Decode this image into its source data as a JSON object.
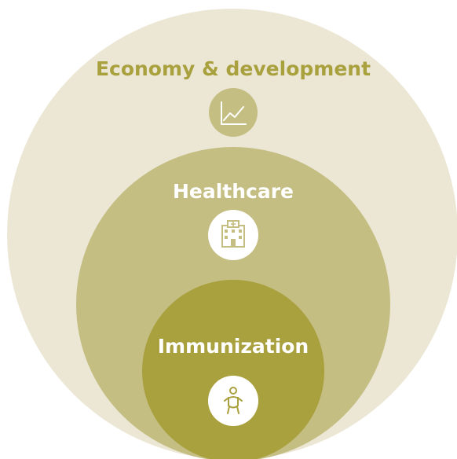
{
  "diagram": {
    "layers": [
      {
        "label": "Economy & development",
        "icon": "line-chart-icon",
        "fill": "#ECE7D5",
        "text_color": "#A9A03E",
        "icon_bg": "#C5BE83",
        "icon_fg": "#ffffff"
      },
      {
        "label": "Healthcare",
        "icon": "hospital-icon",
        "fill": "#C5BE83",
        "text_color": "#ffffff",
        "icon_bg": "#ffffff",
        "icon_fg": "#C5BE83"
      },
      {
        "label": "Immunization",
        "icon": "baby-icon",
        "fill": "#A9A03E",
        "text_color": "#ffffff",
        "icon_bg": "#ffffff",
        "icon_fg": "#A9A03E"
      }
    ]
  }
}
